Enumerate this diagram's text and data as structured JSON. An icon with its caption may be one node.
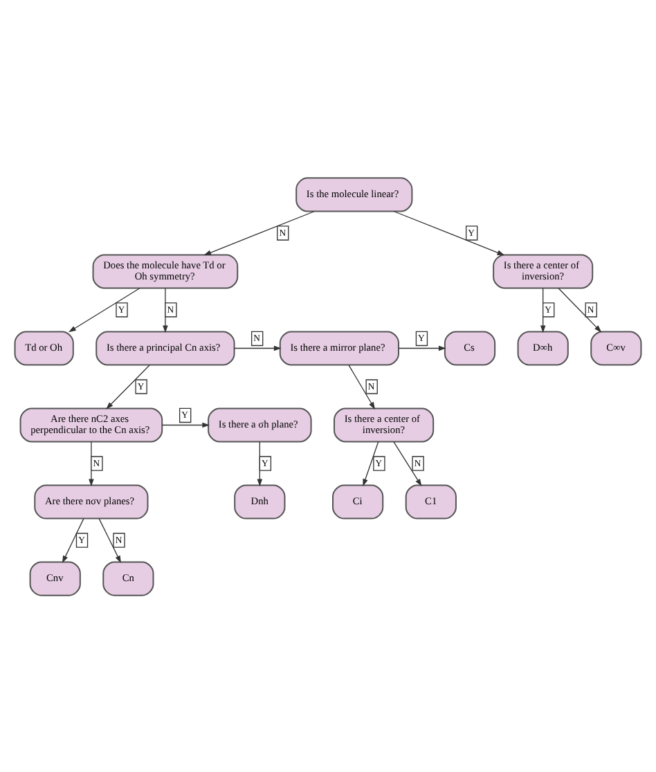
{
  "diagram": {
    "nodes": [
      {
        "text": [
          "Is the molecule linear?"
        ]
      },
      {
        "text": [
          "Does the molecule have Td or Oh symmetry?"
        ]
      },
      {
        "text": [
          "Is there a center of inversion?"
        ]
      },
      {
        "text": [
          "Td or Oh"
        ]
      },
      {
        "text": [
          "D∞h"
        ]
      },
      {
        "text": [
          "C∞v"
        ]
      },
      {
        "text": [
          "Is there a principal Cn axis?"
        ]
      },
      {
        "text": [
          "Is there a mirror plane?"
        ]
      },
      {
        "text": [
          "Cs"
        ]
      },
      {
        "text": [
          "Is there a center of inversion?"
        ]
      },
      {
        "text": [
          "Ci"
        ]
      },
      {
        "text": [
          "C1"
        ]
      },
      {
        "text": [
          "Are there nC2 axes perpendicular to the Cn axis?"
        ]
      },
      {
        "text": [
          "Is there a σh plane?"
        ]
      },
      {
        "text": [
          "Are there nσv planes?"
        ]
      },
      {
        "text": [
          "Dnh"
        ]
      },
      {
        "text": [
          "Cnv"
        ]
      },
      {
        "text": [
          "Cn"
        ]
      }
    ],
    "edges": [
      {
        "from": 0,
        "to": 1,
        "arrow": "to",
        "label": "N"
      },
      {
        "from": 0,
        "to": 2,
        "arrow": "to",
        "label": "Y"
      },
      {
        "from": 1,
        "to": 3,
        "arrow": "to",
        "label": "Y"
      },
      {
        "from": 1,
        "to": 6,
        "arrow": "to",
        "label": "N"
      },
      {
        "from": 2,
        "to": 4,
        "arrow": "to",
        "label": "Y"
      },
      {
        "from": 2,
        "to": 5,
        "arrow": "to",
        "label": "N"
      },
      {
        "from": 6,
        "to": 7,
        "arrow": "to",
        "label": "N"
      },
      {
        "from": 7,
        "to": 8,
        "arrow": "to",
        "label": "Y"
      },
      {
        "from": 7,
        "to": 9,
        "arrow": "to",
        "label": "N"
      },
      {
        "from": 9,
        "to": 10,
        "arrow": "to",
        "label": "Y"
      },
      {
        "from": 9,
        "to": 11,
        "arrow": "to",
        "label": "N"
      },
      {
        "from": 6,
        "to": 12,
        "arrow": "to",
        "label": "Y"
      },
      {
        "from": 12,
        "to": 13,
        "arrow": "to",
        "label": "Y"
      },
      {
        "from": 12,
        "to": 14,
        "arrow": "to",
        "label": "N"
      },
      {
        "from": 13,
        "to": 15,
        "arrow": "to",
        "label": "Y"
      },
      {
        "from": 14,
        "to": 16,
        "arrow": "to",
        "label": "Y"
      },
      {
        "from": 14,
        "to": 17,
        "arrow": "to",
        "label": "N"
      }
    ]
  }
}
